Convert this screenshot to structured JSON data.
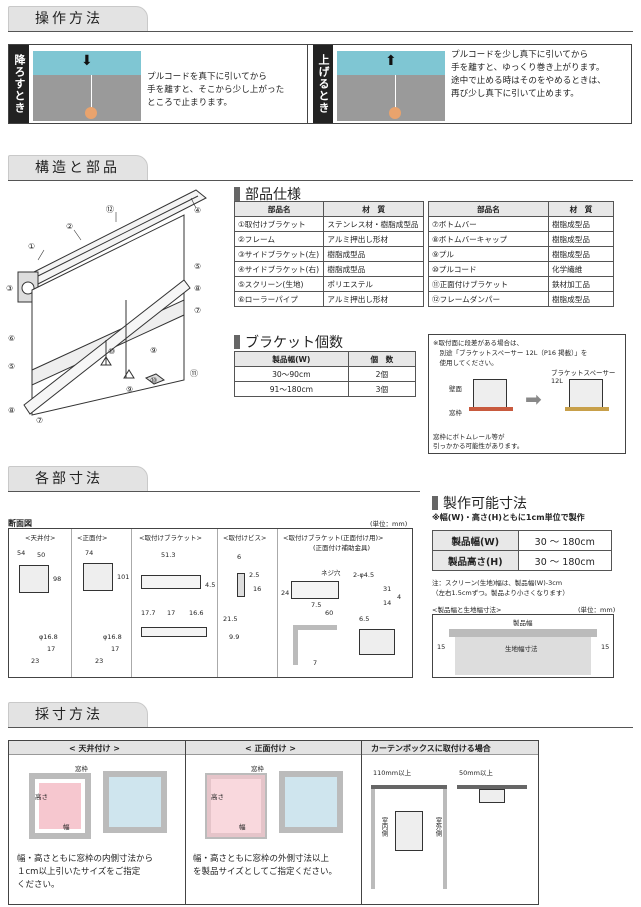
{
  "sections": {
    "op": "操作方法",
    "struct": "構造と部品",
    "dims": "各部寸法",
    "measure": "採寸方法"
  },
  "operation": {
    "down_label": "降ろすとき",
    "down_text": [
      "プルコードを真下に引いてから",
      "手を離すと、そこから少し上がった",
      "ところで止まります。"
    ],
    "up_label": "上げるとき",
    "up_text": [
      "プルコードを少し真下に引いてから",
      "手を離すと、ゆっくり巻き上がります。",
      "途中で止める時はそのをやめるときは、",
      "再び少し真下に引いて止めます。"
    ]
  },
  "parts": {
    "title": "部品仕様",
    "headers": [
      "部品名",
      "材　質"
    ],
    "left": [
      [
        "①取付けブラケット",
        "ステンレス材・樹脂成型品"
      ],
      [
        "②フレーム",
        "アルミ押出し形材"
      ],
      [
        "③サイドブラケット(左)",
        "樹脂成型品"
      ],
      [
        "④サイドブラケット(右)",
        "樹脂成型品"
      ],
      [
        "⑤スクリーン(生地)",
        "ポリエステル"
      ],
      [
        "⑥ローラーパイプ",
        "アルミ押出し形材"
      ]
    ],
    "right": [
      [
        "⑦ボトムバー",
        "樹脂成型品"
      ],
      [
        "⑧ボトムバーキャップ",
        "樹脂成型品"
      ],
      [
        "⑨プル",
        "樹脂成型品"
      ],
      [
        "⑩プルコード",
        "化学繊維"
      ],
      [
        "⑪正面付けブラケット",
        "鉄材加工品"
      ],
      [
        "⑫フレームダンパー",
        "樹脂成型品"
      ]
    ]
  },
  "diagram_nums": {
    "n1": "①",
    "n2": "②",
    "n3": "③",
    "n4": "④",
    "n5": "⑤",
    "n5b": "⑤",
    "n6": "⑥",
    "n7": "⑦",
    "n7b": "⑦",
    "n8": "⑧",
    "n8b": "⑧",
    "n9": "⑨",
    "n9b": "⑨",
    "n10": "⑩",
    "n10b": "⑩",
    "n11": "⑪",
    "n12": "⑫"
  },
  "bracket": {
    "title": "ブラケット個数",
    "headers": [
      "製品幅(W)",
      "個　数"
    ],
    "rows": [
      [
        "30～90cm",
        "2個"
      ],
      [
        "91～180cm",
        "3個"
      ]
    ]
  },
  "note": {
    "text": [
      "※取付面に段差がある場合は、",
      "　別途「ブラケットスペーサー 12L（P16 掲載）」を",
      "　使用してください。"
    ],
    "spacer": "ブラケットスペーサー12L",
    "wall": "壁面",
    "frame": "窓枠",
    "bottom": [
      "窓枠にボトムレール等が",
      "引っかかる可能性があります。"
    ]
  },
  "dimensions": {
    "unit": "(単位：mm)",
    "section": "断面図",
    "labels": {
      "ceiling": "<天井付>",
      "front": "<正面付>",
      "bracket": "<取付けブラケット>",
      "screw": "<取付けビス>",
      "frontbr": "<取付けブラケット(正面付け用)>",
      "frontbr2": "(正面付け補助金具)",
      "neji": "ネジ穴"
    },
    "nums": {
      "a": "54",
      "b": "50",
      "c": "98",
      "d": "φ16.8",
      "e": "17",
      "f": "23",
      "g": "74",
      "h": "101",
      "i": "φ16.8",
      "j": "17",
      "k": "23",
      "l": "51.3",
      "m": "4.5",
      "n": "17.7",
      "o": "17",
      "p": "16.6",
      "q": "21.5",
      "r": "9.9",
      "s": "6",
      "t": "2.5",
      "u": "16",
      "v": "2-φ4.5",
      "w": "24",
      "x": "31",
      "y": "7.5",
      "z": "60",
      "aa": "14",
      "bb": "4",
      "cc": "6.5",
      "dd": "7"
    }
  },
  "production": {
    "title": "製作可能寸法",
    "sub": "※幅(W)・高さ(H)ともに1cm単位で製作",
    "rows": [
      [
        "製品幅(W)",
        "30 ～ 180cm"
      ],
      [
        "製品高さ(H)",
        "30 ～ 180cm"
      ]
    ],
    "note": [
      "注：スクリーン(生地)幅は、製品幅(W)-3cm",
      "（左右1.5cmずつ。製品より小さくなります）"
    ],
    "diag_title": "<製品幅と生地幅寸法>",
    "diag_unit": "(単位：mm)",
    "prod_w": "製品幅",
    "cloth_w": "生地幅寸法",
    "l15": "15",
    "r15": "15"
  },
  "measure": {
    "ceil_title": "< 天井付け >",
    "front_title": "< 正面付け >",
    "box_title": "カーテンボックスに取付ける場合",
    "mado": "窓枠",
    "takasa": "高さ",
    "haba": "幅",
    "ceil_text": [
      "幅・高さともに窓枠の内側寸法から",
      "１cm以上引いたサイズをご指定",
      "ください。"
    ],
    "front_text": [
      "幅・高さともに窓枠の外側寸法以上",
      "を製品サイズとしてご指定ください。"
    ],
    "d110": "110mm以上",
    "d50": "50mm以上",
    "inner": "室内側",
    "outer": "室外側"
  }
}
